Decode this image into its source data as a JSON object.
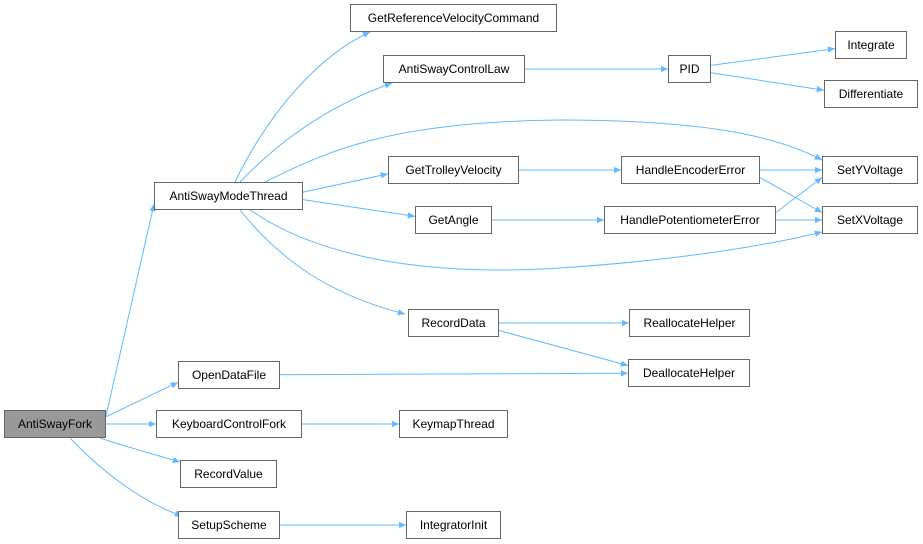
{
  "colors": {
    "edge": "#63b8ff",
    "node_border": "#666666",
    "root_fill": "#999999"
  },
  "nodes": {
    "AntiSwayFork": "AntiSwayFork",
    "AntiSwayModeThread": "AntiSwayModeThread",
    "OpenDataFile": "OpenDataFile",
    "KeyboardControlFork": "KeyboardControlFork",
    "RecordValue": "RecordValue",
    "SetupScheme": "SetupScheme",
    "GetReferenceVelocityCommand": "GetReferenceVelocityCommand",
    "AntiSwayControlLaw": "AntiSwayControlLaw",
    "GetTrolleyVelocity": "GetTrolleyVelocity",
    "GetAngle": "GetAngle",
    "RecordData": "RecordData",
    "KeymapThread": "KeymapThread",
    "IntegratorInit": "IntegratorInit",
    "PID": "PID",
    "Integrate": "Integrate",
    "Differentiate": "Differentiate",
    "HandleEncoderError": "HandleEncoderError",
    "HandlePotentiometerError": "HandlePotentiometerError",
    "SetYVoltage": "SetYVoltage",
    "SetXVoltage": "SetXVoltage",
    "ReallocateHelper": "ReallocateHelper",
    "DeallocateHelper": "DeallocateHelper"
  },
  "edges": [
    [
      "AntiSwayFork",
      "AntiSwayModeThread"
    ],
    [
      "AntiSwayFork",
      "OpenDataFile"
    ],
    [
      "AntiSwayFork",
      "KeyboardControlFork"
    ],
    [
      "AntiSwayFork",
      "RecordValue"
    ],
    [
      "AntiSwayFork",
      "SetupScheme"
    ],
    [
      "AntiSwayModeThread",
      "GetReferenceVelocityCommand"
    ],
    [
      "AntiSwayModeThread",
      "AntiSwayControlLaw"
    ],
    [
      "AntiSwayModeThread",
      "SetYVoltage"
    ],
    [
      "AntiSwayModeThread",
      "GetTrolleyVelocity"
    ],
    [
      "AntiSwayModeThread",
      "GetAngle"
    ],
    [
      "AntiSwayModeThread",
      "SetXVoltage"
    ],
    [
      "AntiSwayModeThread",
      "RecordData"
    ],
    [
      "AntiSwayControlLaw",
      "PID"
    ],
    [
      "PID",
      "Integrate"
    ],
    [
      "PID",
      "Differentiate"
    ],
    [
      "GetTrolleyVelocity",
      "HandleEncoderError"
    ],
    [
      "HandleEncoderError",
      "SetYVoltage"
    ],
    [
      "HandleEncoderError",
      "SetXVoltage"
    ],
    [
      "GetAngle",
      "HandlePotentiometerError"
    ],
    [
      "HandlePotentiometerError",
      "SetYVoltage"
    ],
    [
      "HandlePotentiometerError",
      "SetXVoltage"
    ],
    [
      "RecordData",
      "ReallocateHelper"
    ],
    [
      "RecordData",
      "DeallocateHelper"
    ],
    [
      "OpenDataFile",
      "DeallocateHelper"
    ],
    [
      "KeyboardControlFork",
      "KeymapThread"
    ],
    [
      "SetupScheme",
      "IntegratorInit"
    ]
  ]
}
